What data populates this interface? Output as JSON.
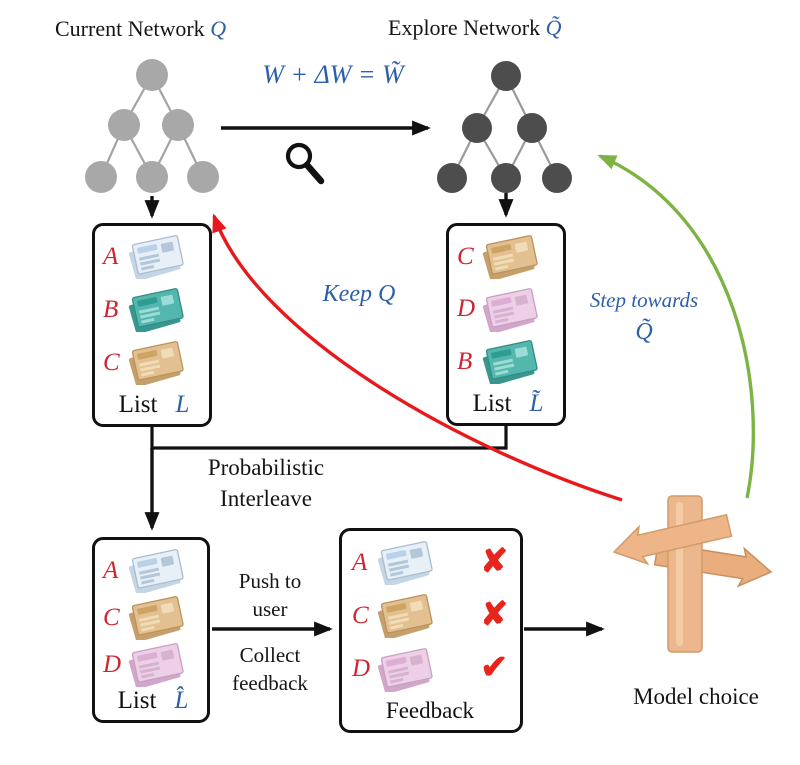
{
  "palette": {
    "blue_text": "#2d5fa8",
    "red_letter": "#cf2430",
    "mark_red": "#e8251d",
    "arrow_red": "#e8191c",
    "arrow_green": "#7cb342",
    "current_network_node": "#a8a8a8",
    "explore_network_node": "#4d4d4d",
    "wood": "#ecb78c"
  },
  "networks": {
    "current": {
      "title_label": "Current Network",
      "title_symbol": "Q"
    },
    "explore": {
      "title_label": "Explore Network",
      "title_symbol": "Q̃"
    }
  },
  "formula": "W + ΔW = W̃",
  "annotations": {
    "keep": "Keep Q",
    "step_line1": "Step towards",
    "step_line2": "Q̃",
    "interleave_line1": "Probabilistic",
    "interleave_line2": "Interleave",
    "push_line1": "Push to",
    "push_line2": "user",
    "collect_line1": "Collect",
    "collect_line2": "feedback",
    "model_choice": "Model choice"
  },
  "lists": {
    "current": {
      "label": "List",
      "symbol": "L",
      "items": [
        {
          "letter": "A",
          "color": "blue"
        },
        {
          "letter": "B",
          "color": "teal"
        },
        {
          "letter": "C",
          "color": "tan"
        }
      ]
    },
    "explore": {
      "label": "List",
      "symbol": "L̃",
      "items": [
        {
          "letter": "C",
          "color": "tan"
        },
        {
          "letter": "D",
          "color": "pink"
        },
        {
          "letter": "B",
          "color": "teal"
        }
      ]
    },
    "interleaved": {
      "label": "List",
      "symbol": "L̂",
      "items": [
        {
          "letter": "A",
          "color": "blue"
        },
        {
          "letter": "C",
          "color": "tan"
        },
        {
          "letter": "D",
          "color": "pink"
        }
      ]
    },
    "feedback": {
      "label": "Feedback",
      "items": [
        {
          "letter": "A",
          "color": "blue",
          "mark": "✘"
        },
        {
          "letter": "C",
          "color": "tan",
          "mark": "✘"
        },
        {
          "letter": "D",
          "color": "pink",
          "mark": "✔"
        }
      ]
    }
  }
}
